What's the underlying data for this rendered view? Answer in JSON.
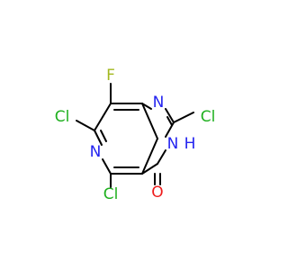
{
  "molecule": {
    "atoms": {
      "f8": "F",
      "cl7": "Cl",
      "cl2": "Cl",
      "cl5": "Cl",
      "n1": "N",
      "n3": "N",
      "h3": "H",
      "n6": "N",
      "o4": "O"
    },
    "colors": {
      "chlorine": "#1fb01f",
      "fluorine": "#a3b81e",
      "nitrogen": "#2424f0",
      "oxygen": "#ee1c1c",
      "bond": "#000000"
    }
  }
}
